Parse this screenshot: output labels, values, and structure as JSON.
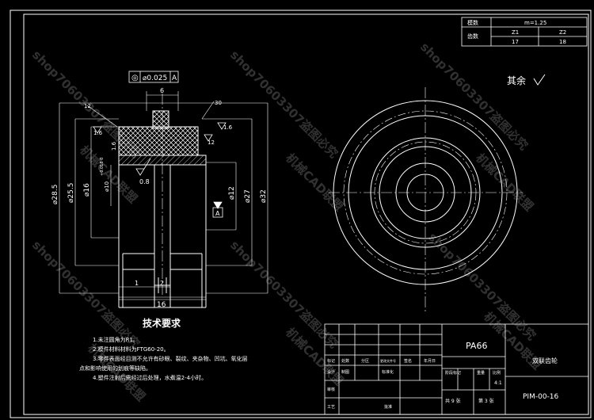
{
  "gear_table": {
    "row1_label": "模数",
    "row1_value": "m=1.25",
    "row2_label": "齿数",
    "col_z1": "Z1",
    "col_z2": "Z2",
    "z1": "17",
    "z2": "18"
  },
  "dims": {
    "gdt_symbol": "◎",
    "gdt_tol": "⌀0.025",
    "gdt_datum": "A",
    "width_6": "6",
    "chamfer_l": "12",
    "chamfer_r": "30",
    "d28_5": "⌀28.5",
    "d25_5": "⌀25.5",
    "d16": "⌀16",
    "d10": "⌀10",
    "d10_tol": "+0.018\n 0",
    "d12": "⌀12",
    "d27": "⌀27",
    "d32": "⌀32",
    "ra_08": "0.8",
    "ra_16a": "1.6",
    "ra_16b": "1.6",
    "ra_16c": "1.6",
    "ra_12": "12",
    "datum_a": "A",
    "d1": "1",
    "d2": "2",
    "d16_len": "16",
    "qiyu": "其余"
  },
  "tech": {
    "title": "技术要求",
    "items": [
      "1.未注圆角为R1。",
      "2.模件材料材料为FTG60-20。",
      "3.零件表面经目测不允许有砂眼、裂纹、夹杂物、凹坑、氧化层",
      "点和影响使用的划痕等缺陷。",
      "4.塑件注射后需经过后处理，水煮温2-4小时。"
    ]
  },
  "title_block": {
    "material": "PA66",
    "part_name": "双联齿轮",
    "drawing_no": "PIM-00-16",
    "scale": "4:1",
    "sheet_total": "共 9 张",
    "sheet_no": "第 3 张",
    "h_biaoji": "标记",
    "h_chushu": "处数",
    "h_fenqu": "分区",
    "h_gengwj": "更改文件号",
    "h_qianming": "签名",
    "h_nianyueri": "年月日",
    "h_sheji": "设计",
    "h_zhiwei": "制图",
    "h_biaozhunhua": "标准化",
    "h_shenhe": "审核",
    "h_gongyi": "工艺",
    "h_pizhun": "批准",
    "h_jieduan": "阶段标记",
    "h_zhongliang": "重量",
    "h_bili": "比例"
  },
  "watermarks": [
    "shop70603307盗图必究",
    "机械CAD联盟",
    "shop70603307盗图必究",
    "机械CAD联盟",
    "shop70603307盗图必究",
    "机械CAD联盟"
  ]
}
